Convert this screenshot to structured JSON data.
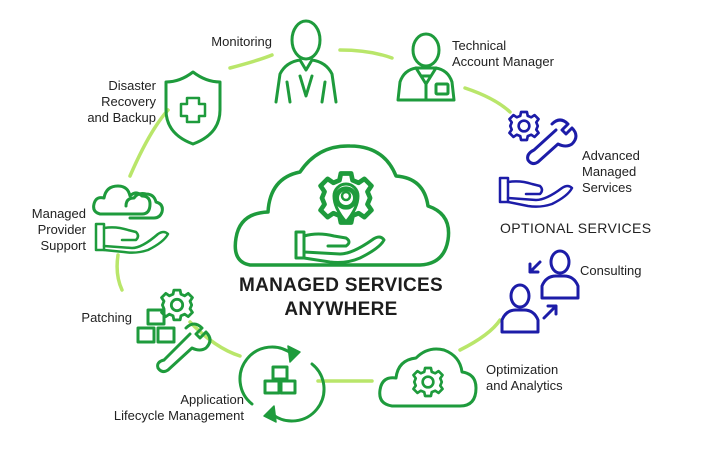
{
  "center": {
    "line1": "MANAGED SERVICES",
    "line2": "ANYWHERE"
  },
  "optional_heading": "OPTIONAL SERVICES",
  "colors": {
    "green": "#1e9b3c",
    "blue": "#1c1ca8",
    "ring": "#b9e66a",
    "text": "#222222"
  },
  "nodes": {
    "monitoring": {
      "icon": "person-icon",
      "lines": [
        "Monitoring"
      ]
    },
    "technical_account_manager": {
      "icon": "manager-icon",
      "lines": [
        "Technical",
        "Account Manager"
      ]
    },
    "advanced_managed_services": {
      "icon": "gear-wrench-hand-icon",
      "lines": [
        "Advanced",
        "Managed",
        "Services"
      ]
    },
    "consulting": {
      "icon": "people-exchange-icon",
      "lines": [
        "Consulting"
      ]
    },
    "optimization_analytics": {
      "icon": "cloud-gear-icon",
      "lines": [
        "Optimization",
        "and Analytics"
      ]
    },
    "application_lifecycle": {
      "icon": "cycle-blocks-icon",
      "lines": [
        "Application",
        "Lifecycle Management"
      ]
    },
    "patching": {
      "icon": "gear-blocks-wrench-icon",
      "lines": [
        "Patching"
      ]
    },
    "managed_provider_support": {
      "icon": "cloud-hand-icon",
      "lines": [
        "Managed",
        "Provider",
        "Support"
      ]
    },
    "disaster_recovery": {
      "icon": "shield-cross-icon",
      "lines": [
        "Disaster",
        "Recovery",
        "and Backup"
      ]
    }
  }
}
